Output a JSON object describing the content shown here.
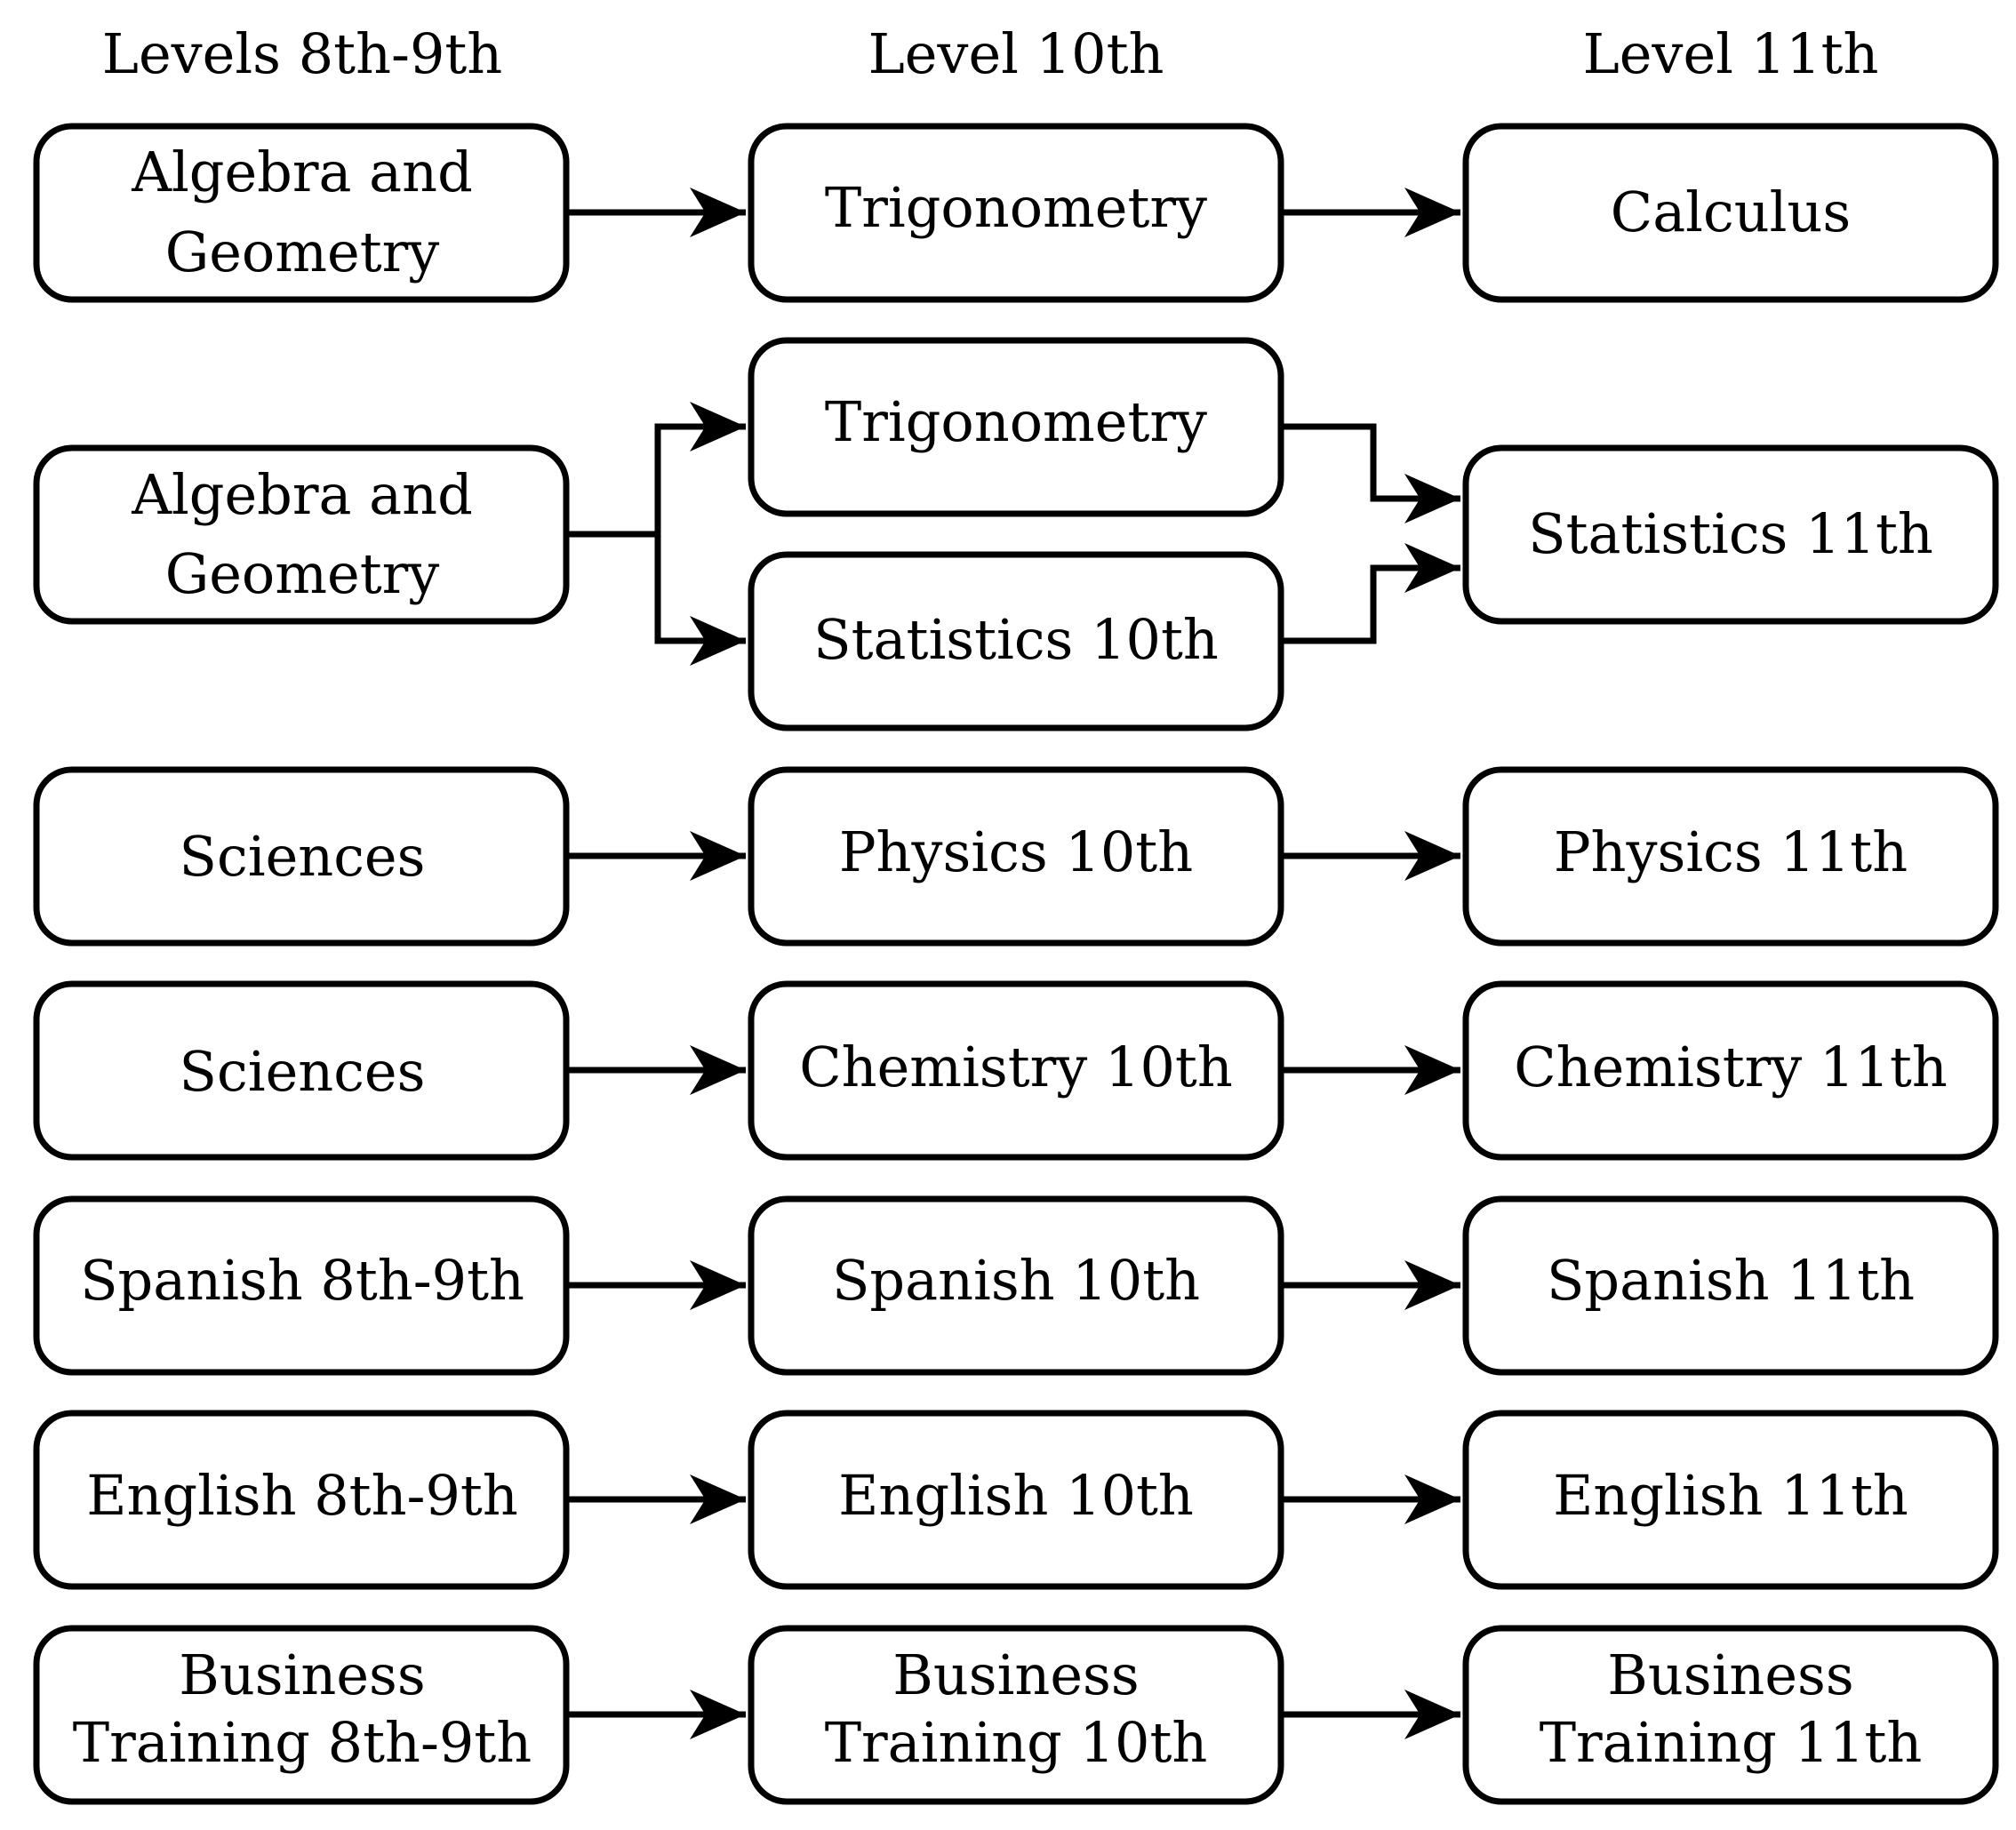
{
  "headers": [
    "Levels 8th-9th",
    "Level 10th",
    "Level 11th"
  ],
  "rows": [
    {
      "col1": [
        "Algebra and",
        "Geometry"
      ],
      "col2": [
        "Trigonometry"
      ],
      "col3": [
        "Calculus"
      ]
    },
    {
      "col1": [
        "Algebra and",
        "Geometry"
      ],
      "col2a": [
        "Trigonometry"
      ],
      "col2b": [
        "Statistics 10th"
      ],
      "col3": [
        "Statistics 11th"
      ]
    },
    {
      "col1": [
        "Sciences"
      ],
      "col2": [
        "Physics 10th"
      ],
      "col3": [
        "Physics 11th"
      ]
    },
    {
      "col1": [
        "Sciences"
      ],
      "col2": [
        "Chemistry 10th"
      ],
      "col3": [
        "Chemistry 11th"
      ]
    },
    {
      "col1": [
        "Spanish 8th-9th"
      ],
      "col2": [
        "Spanish 10th"
      ],
      "col3": [
        "Spanish 11th"
      ]
    },
    {
      "col1": [
        "English 8th-9th"
      ],
      "col2": [
        "English 10th"
      ],
      "col3": [
        "English 11th"
      ]
    },
    {
      "col1": [
        "Business",
        "Training 8th-9th"
      ],
      "col2": [
        "Business",
        "Training 10th"
      ],
      "col3": [
        "Business",
        "Training 11th"
      ]
    }
  ]
}
